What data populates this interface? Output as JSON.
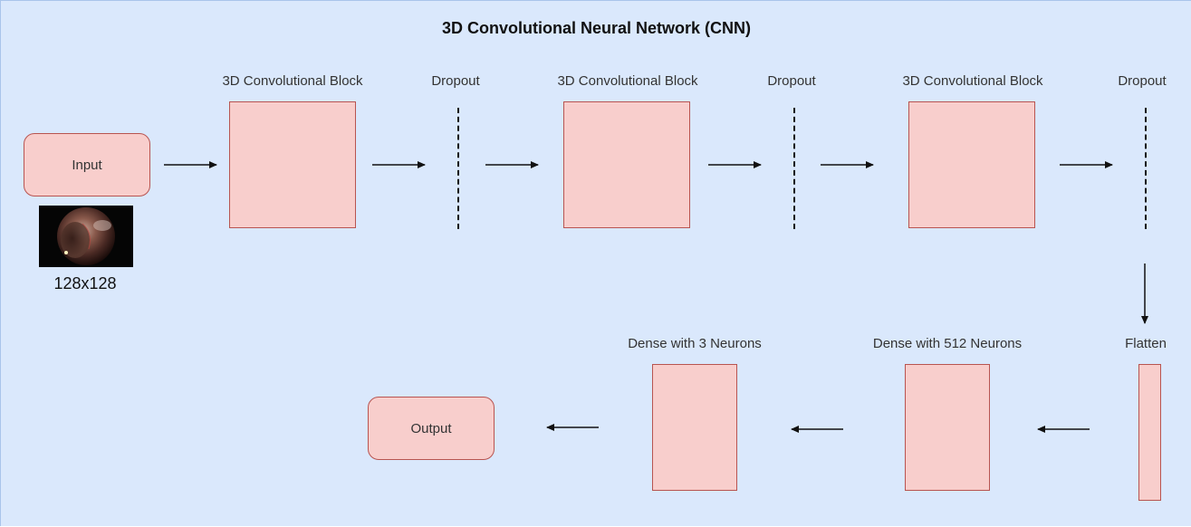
{
  "title": "3D Convolutional Neural Network (CNN)",
  "input": {
    "label": "Input",
    "size": "128x128"
  },
  "output": {
    "label": "Output"
  },
  "conv_blocks": [
    {
      "label": "3D Convolutional Block"
    },
    {
      "label": "3D Convolutional Block"
    },
    {
      "label": "3D Convolutional Block"
    }
  ],
  "dropouts": [
    {
      "label": "Dropout"
    },
    {
      "label": "Dropout"
    },
    {
      "label": "Dropout"
    }
  ],
  "flatten": {
    "label": "Flatten"
  },
  "dense_layers": [
    {
      "label": "Dense with 512 Neurons"
    },
    {
      "label": "Dense with 3 Neurons"
    }
  ],
  "colors": {
    "background": "#dae8fc",
    "block_fill": "#f8cecc",
    "block_stroke": "#b85450"
  }
}
